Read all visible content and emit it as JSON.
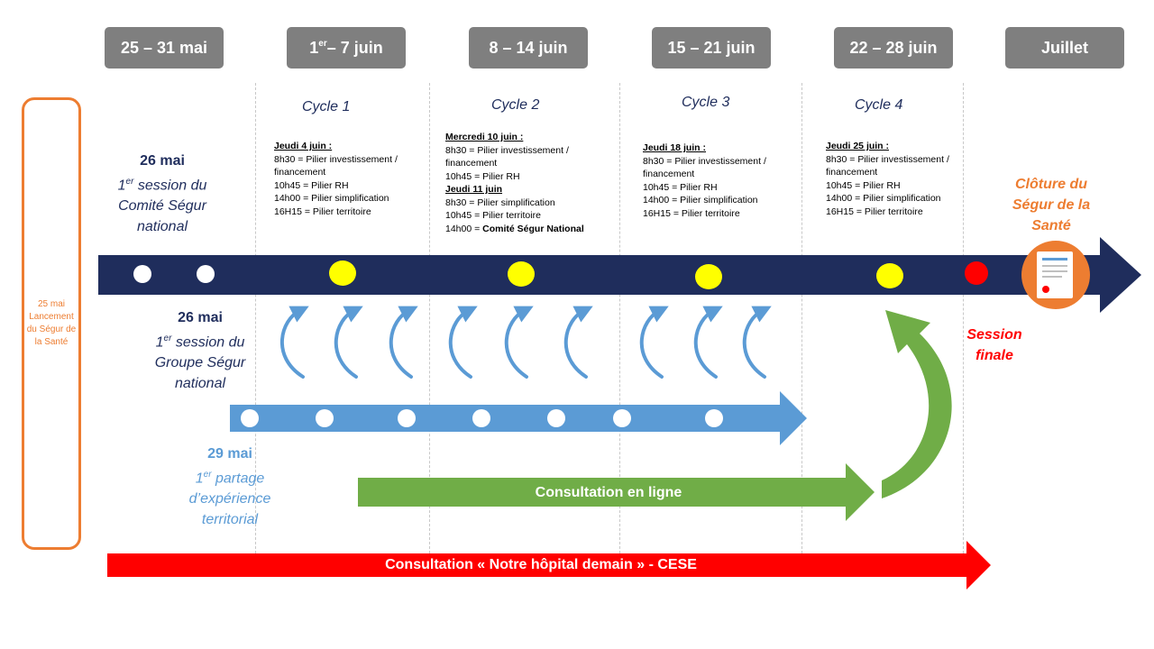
{
  "periods": [
    "25 – 31 mai",
    "1",
    "er",
    " – 7 juin",
    "8 – 14 juin",
    "15 – 21 juin",
    "22 – 28 juin",
    "Juillet"
  ],
  "cycles": [
    "Cycle 1",
    "Cycle 2",
    "Cycle 3",
    "Cycle 4"
  ],
  "schedule1": {
    "header": "Jeudi 4 juin :",
    "lines": [
      "8h30 = Pilier investissement /",
      "financement",
      "10h45 = Pilier RH",
      "14h00 = Pilier simplification",
      "16H15 = Pilier territoire"
    ]
  },
  "schedule2": {
    "header": "Mercredi 10 juin :",
    "lines1": [
      "8h30 = Pilier investissement /",
      "financement",
      "10h45 = Pilier RH"
    ],
    "header2": "Jeudi 11 juin",
    "lines2": [
      "8h30 = Pilier simplification",
      "10h45 = Pilier territoire"
    ],
    "last_prefix": "14h00 = ",
    "last_bold": "Comité Ségur National"
  },
  "schedule3": {
    "header": "Jeudi 18 juin :",
    "lines": [
      "8h30 = Pilier investissement /",
      "financement",
      "10h45 = Pilier RH",
      "14h00 = Pilier simplification",
      "16H15 = Pilier territoire"
    ]
  },
  "schedule4": {
    "header": "Jeudi 25 juin :",
    "lines": [
      "8h30 = Pilier investissement /",
      "financement",
      "10h45 = Pilier RH",
      "14h00 = Pilier simplification",
      "16H15 = Pilier territoire"
    ]
  },
  "comite": {
    "date": "26 mai",
    "num": "1",
    "sup": "er",
    "l1": " session du",
    "l2": "Comité Ségur",
    "l3": "national"
  },
  "groupe": {
    "date": "26 mai",
    "num": "1",
    "sup": "er",
    "l1": " session du",
    "l2": "Groupe Ségur",
    "l3": "national"
  },
  "partage": {
    "date": "29 mai",
    "num": "1",
    "sup": "er",
    "l1": " partage",
    "l2": "d’expérience",
    "l3": "territorial"
  },
  "side_label": [
    "25 mai",
    "Lancement",
    "du Ségur de",
    "la Santé"
  ],
  "cloture": [
    "Clôture du",
    "Ségur de la",
    "Santé"
  ],
  "session_finale": [
    "Session",
    "finale"
  ],
  "consultation_en_ligne": "Consultation  en ligne",
  "consultation_cese": "Consultation « Notre hôpital demain » - CESE",
  "colors": {
    "navy": "#1f2d5c",
    "light_blue": "#5b9bd5",
    "green": "#70ad47",
    "dark_green": "#548235",
    "red": "#ff0000",
    "orange": "#ed7d31",
    "yellow": "#ffff00",
    "gray": "#7f7f7f"
  },
  "icons": [
    "document-certificate-icon",
    "cycle-arrow-icon"
  ]
}
